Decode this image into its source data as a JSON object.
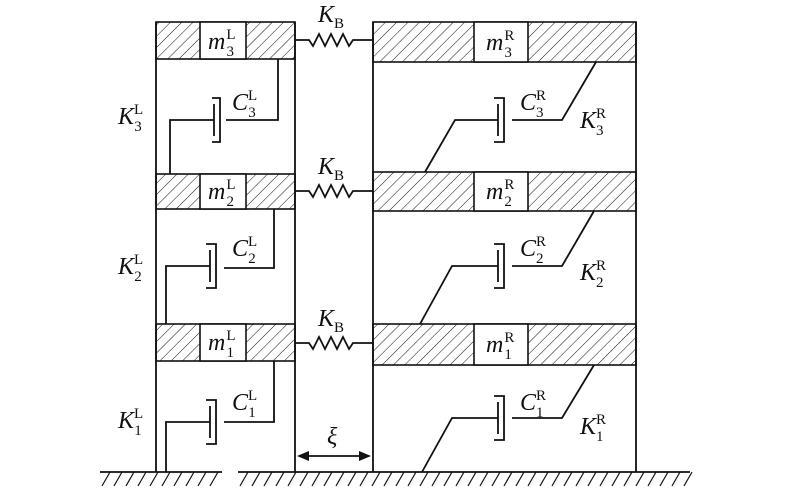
{
  "colors": {
    "ink": "#111111",
    "background": "#ffffff"
  },
  "masses_left": [
    {
      "sym": "m",
      "sup": "L",
      "sub": "1"
    },
    {
      "sym": "m",
      "sup": "L",
      "sub": "2"
    },
    {
      "sym": "m",
      "sup": "L",
      "sub": "3"
    }
  ],
  "masses_right": [
    {
      "sym": "m",
      "sup": "R",
      "sub": "1"
    },
    {
      "sym": "m",
      "sup": "R",
      "sub": "2"
    },
    {
      "sym": "m",
      "sup": "R",
      "sub": "3"
    }
  ],
  "stiffness_left": [
    {
      "sym": "K",
      "sup": "L",
      "sub": "1"
    },
    {
      "sym": "K",
      "sup": "L",
      "sub": "2"
    },
    {
      "sym": "K",
      "sup": "L",
      "sub": "3"
    }
  ],
  "stiffness_right": [
    {
      "sym": "K",
      "sup": "R",
      "sub": "1"
    },
    {
      "sym": "K",
      "sup": "R",
      "sub": "2"
    },
    {
      "sym": "K",
      "sup": "R",
      "sub": "3"
    }
  ],
  "damping_left": [
    {
      "sym": "C",
      "sup": "L",
      "sub": "1"
    },
    {
      "sym": "C",
      "sup": "L",
      "sub": "2"
    },
    {
      "sym": "C",
      "sup": "L",
      "sub": "3"
    }
  ],
  "damping_right": [
    {
      "sym": "C",
      "sup": "R",
      "sub": "1"
    },
    {
      "sym": "C",
      "sup": "R",
      "sub": "2"
    },
    {
      "sym": "C",
      "sup": "R",
      "sub": "3"
    }
  ],
  "links": [
    {
      "sym": "K",
      "sub": "B"
    },
    {
      "sym": "K",
      "sub": "B"
    },
    {
      "sym": "K",
      "sub": "B"
    }
  ],
  "gap": {
    "sym": "ξ"
  }
}
